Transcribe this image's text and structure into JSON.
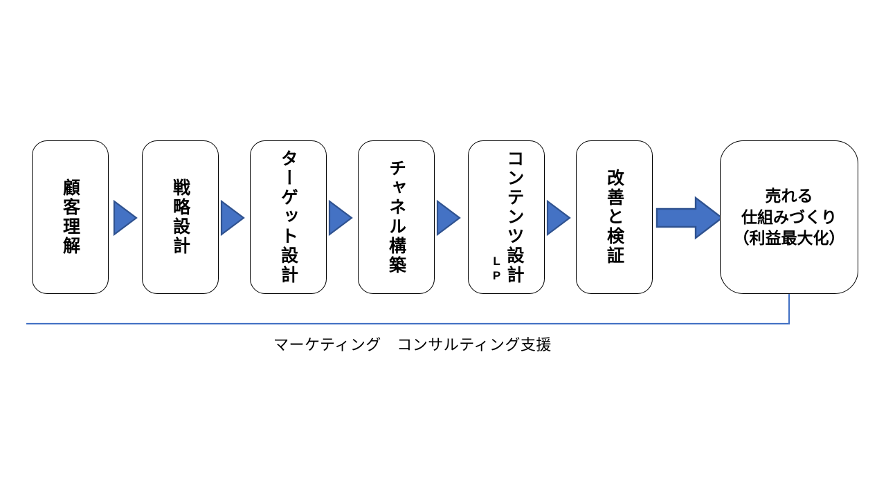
{
  "diagram": {
    "type": "process-flow",
    "colors": {
      "arrow_fill": "#4472C4",
      "arrow_stroke": "#2F528F",
      "box_stroke": "#000000",
      "bracket": "#4472C4",
      "background": "#FFFFFF",
      "text": "#000000"
    },
    "steps": [
      {
        "id": "step-1",
        "label": "顧客理解",
        "sub": ""
      },
      {
        "id": "step-2",
        "label": "戦略設計",
        "sub": ""
      },
      {
        "id": "step-3",
        "label": "ターゲット設計",
        "sub": ""
      },
      {
        "id": "step-4",
        "label": "チャネル構築",
        "sub": ""
      },
      {
        "id": "step-5",
        "label": "コンテンツ設計",
        "sub": "LP"
      },
      {
        "id": "step-6",
        "label": "改善と検証",
        "sub": ""
      }
    ],
    "goal": {
      "id": "goal",
      "lines": [
        "売れる",
        "仕組みづくり",
        "（利益最大化）"
      ]
    },
    "connectors": [
      {
        "id": "arrow-1",
        "kind": "triangle"
      },
      {
        "id": "arrow-2",
        "kind": "triangle"
      },
      {
        "id": "arrow-3",
        "kind": "triangle"
      },
      {
        "id": "arrow-4",
        "kind": "triangle"
      },
      {
        "id": "arrow-5",
        "kind": "triangle"
      },
      {
        "id": "arrow-6",
        "kind": "block"
      }
    ],
    "caption": "マーケティング　コンサルティング支援"
  }
}
